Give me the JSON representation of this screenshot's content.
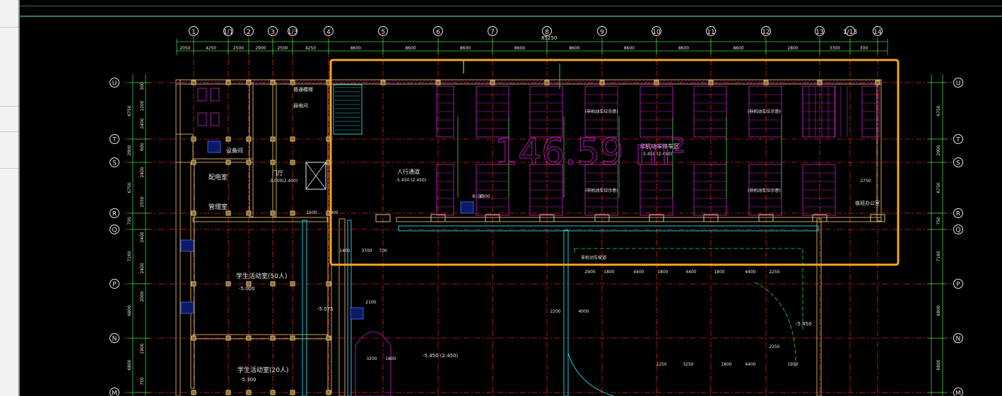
{
  "window": {
    "app": "CAD"
  },
  "grid": {
    "columns_top": [
      "1",
      "1/1",
      "2",
      "3",
      "1/3",
      "4",
      "5",
      "6",
      "7",
      "8",
      "9",
      "10",
      "11",
      "12",
      "13",
      "1/13",
      "14"
    ],
    "rows_left": [
      "U",
      "T",
      "S",
      "R",
      "Q",
      "P",
      "N",
      "M"
    ],
    "rows_right": [
      "U",
      "T",
      "S",
      "R",
      "Q",
      "P",
      "N",
      "M"
    ]
  },
  "dimensions": {
    "overall": "85250",
    "top_chain": [
      "2050",
      "4250",
      "2500",
      "2900",
      "2500",
      "4250",
      "8600",
      "8600",
      "8600",
      "8600",
      "8600",
      "8600",
      "8600",
      "8600",
      "2800",
      "3300",
      "300"
    ],
    "left_outer": [
      "6750",
      "2900",
      "6750",
      "750",
      "7160",
      "6800",
      "6800"
    ],
    "right_outer": [
      "6750",
      "2900",
      "6750",
      "750",
      "7160",
      "6800",
      "6800"
    ]
  },
  "rooms": {
    "room_a": "配电室",
    "room_b": "管理室",
    "room_c": "设备间",
    "room_d": "门厅",
    "room_d_elev": "-3.000(2.400)",
    "room_e": "弱电间",
    "room_f": "普通楼梯",
    "room_g": "学生活动室(50人)",
    "room_g_elev": "-5.000",
    "room_h": "学生活动室(20人)",
    "room_h_elev": "-5.300",
    "passage": "人行通道",
    "passage_elev": "-5.450 (2.450)",
    "parking_zone": "非机动车停车区",
    "parking_zone_elev": "-5.450 (2.450)",
    "parking_note_1": "(非机动车位示意)",
    "parking_note_2": "(非机动车位示意)",
    "parking_note_3": "(非机动车位示意)",
    "parking_note_4": "(非机动车位示意)",
    "office": "值班办公室",
    "ramp_label": "非机动车坡道",
    "elev_lower": "-5.450 (2.450)",
    "elev_right": "-5.450",
    "elev_mid": "-5.075"
  },
  "annotation": {
    "overlay_text": "146.59 m²",
    "highlight_color": "#f5a623"
  },
  "colors": {
    "panel": "#f2f2f2",
    "canvas": "#000000",
    "grid_axis": "#e02020",
    "wall": "#c8a25a",
    "parking": "#cc22cc",
    "dimension": "#39d639",
    "cyan": "#20c8d8",
    "highlight": "#f5a623"
  }
}
